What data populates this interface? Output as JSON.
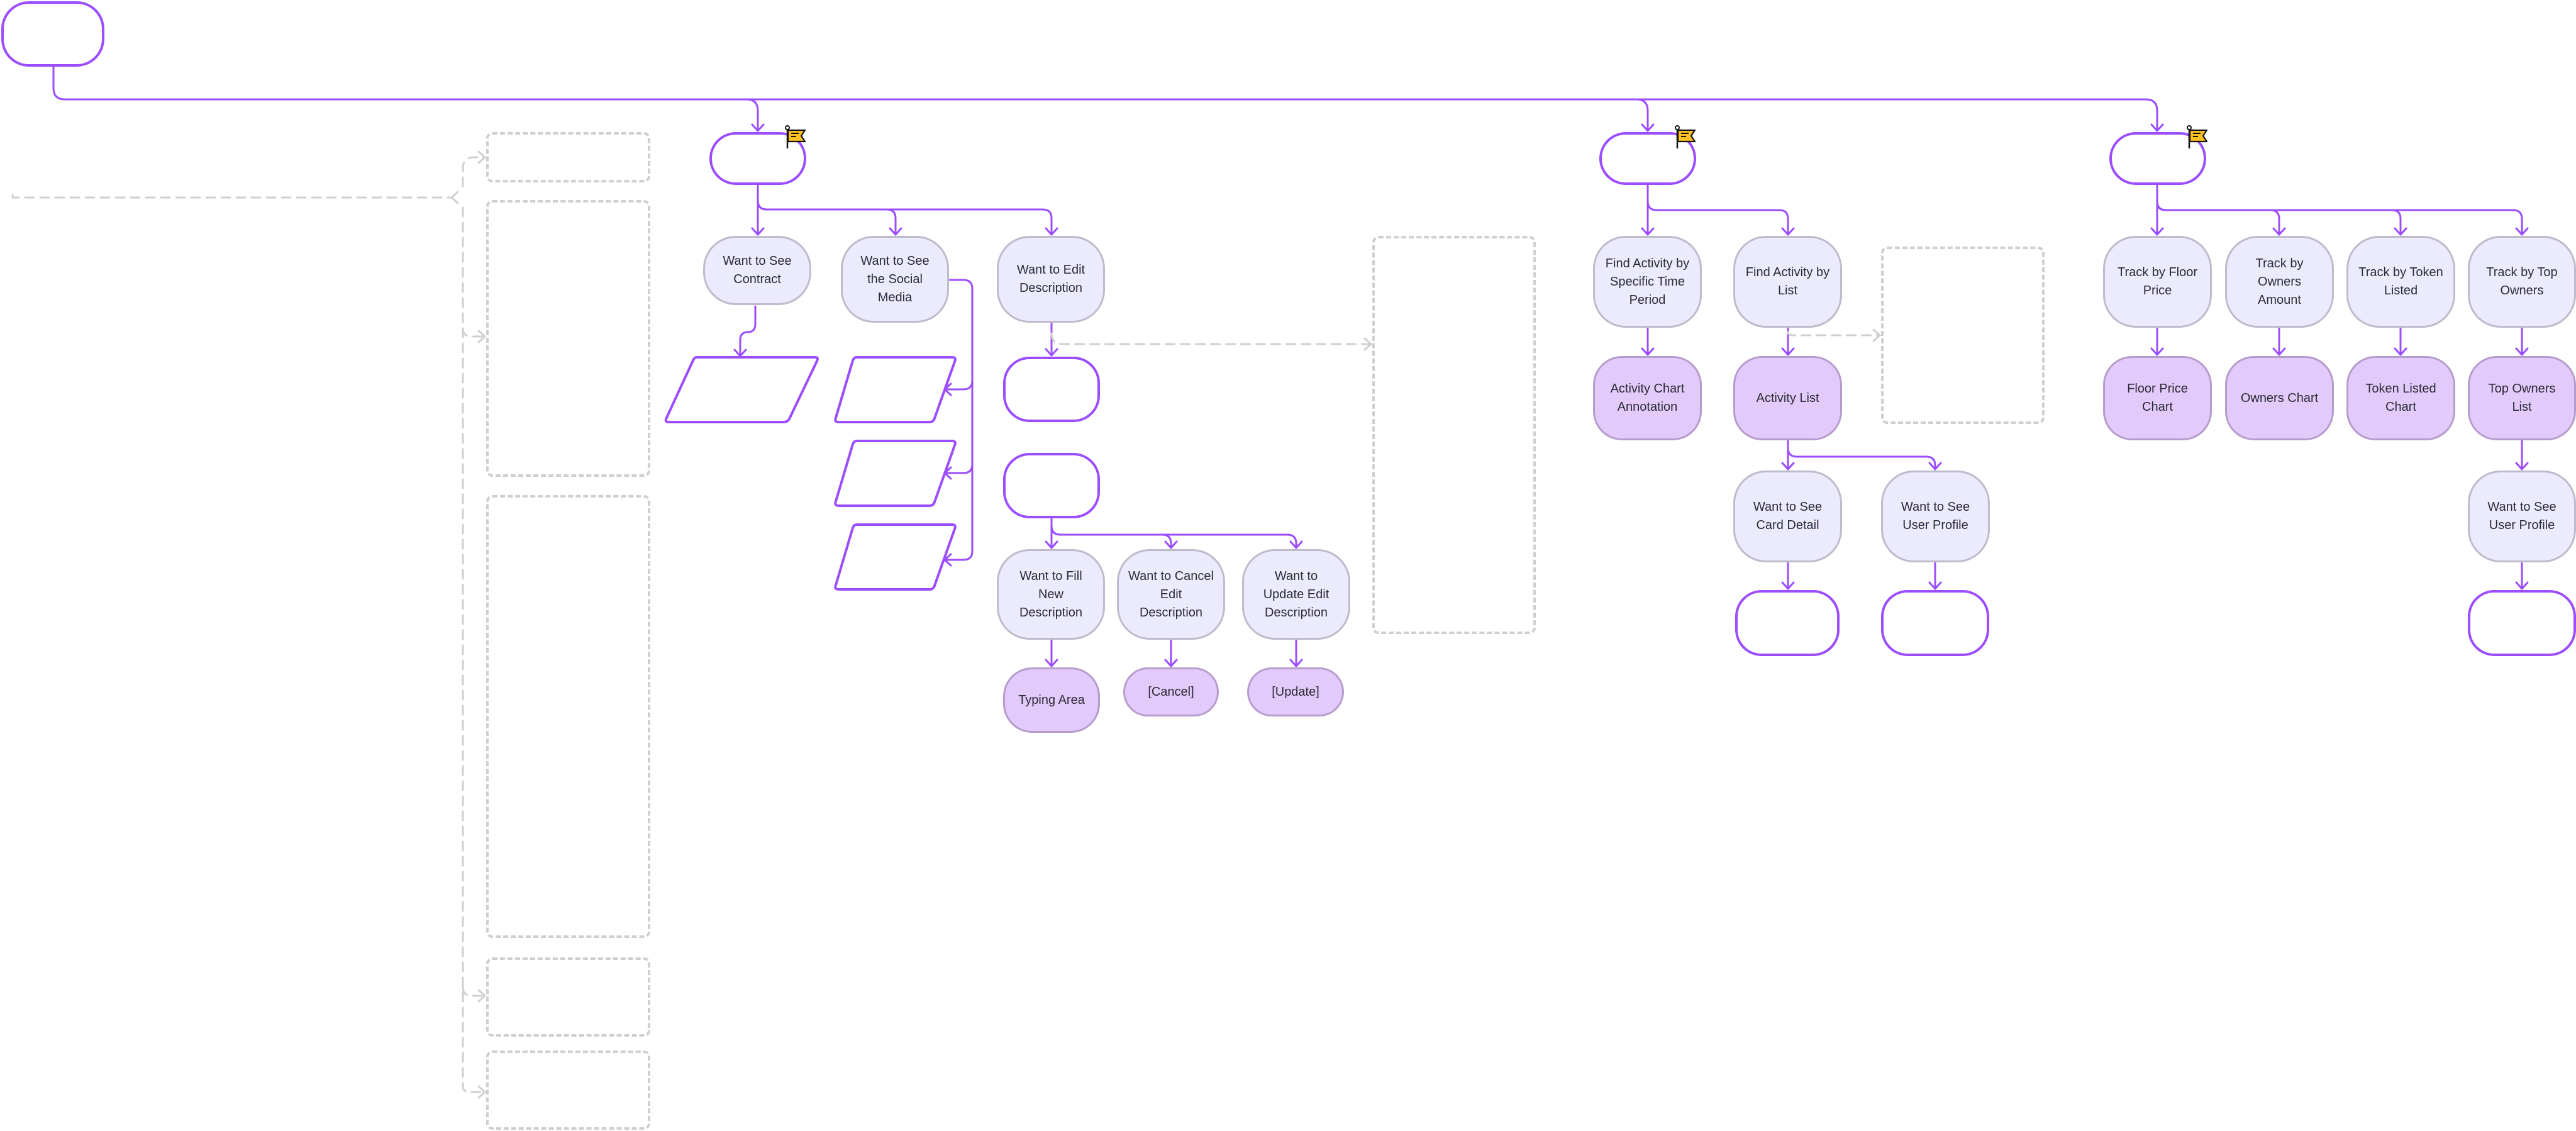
{
  "colors": {
    "accent": "#9b4dff",
    "want_fill": "#ecebfd",
    "want_border": "#bdbbcc",
    "result_fill": "#e2cafb",
    "result_border": "#b69ccc",
    "dashed": "#cfcfcf",
    "flag": "#fbbf24"
  },
  "root": {
    "label": ""
  },
  "sections": [
    {
      "id": "contract-social-description",
      "header": {
        "label": "",
        "flag_icon": "flag-icon"
      },
      "nodes": {
        "see_contract": "Want to See Contract",
        "see_social": "Want to See the Social Media",
        "edit_description": "Want to Edit Description",
        "fill_new_description": "Want to Fill New Description",
        "cancel_edit": "Want to Cancel Edit Description",
        "update_edit": "Want to Update Edit Description",
        "typing_area": "Typing Area",
        "cancel": "[Cancel]",
        "update": "[Update]"
      }
    },
    {
      "id": "activity",
      "header": {
        "label": "",
        "flag_icon": "flag-icon"
      },
      "nodes": {
        "by_time": "Find Activity by Specific Time Period",
        "by_list": "Find Activity by List",
        "chart_annotation": "Activity Chart Annotation",
        "activity_list": "Activity List",
        "card_detail": "Want to See Card Detail",
        "user_profile": "Want to See User Profile"
      }
    },
    {
      "id": "tracking",
      "header": {
        "label": "",
        "flag_icon": "flag-icon"
      },
      "nodes": {
        "floor_price": "Track by Floor Price",
        "owners_amount": "Track by Owners Amount",
        "token_listed": "Track by Token Listed",
        "top_owners": "Track by Top Owners",
        "floor_price_chart": "Floor Price Chart",
        "owners_chart": "Owners Chart",
        "token_listed_chart": "Token Listed Chart",
        "top_owners_list": "Top Owners List",
        "user_profile": "Want to See User Profile"
      }
    }
  ]
}
